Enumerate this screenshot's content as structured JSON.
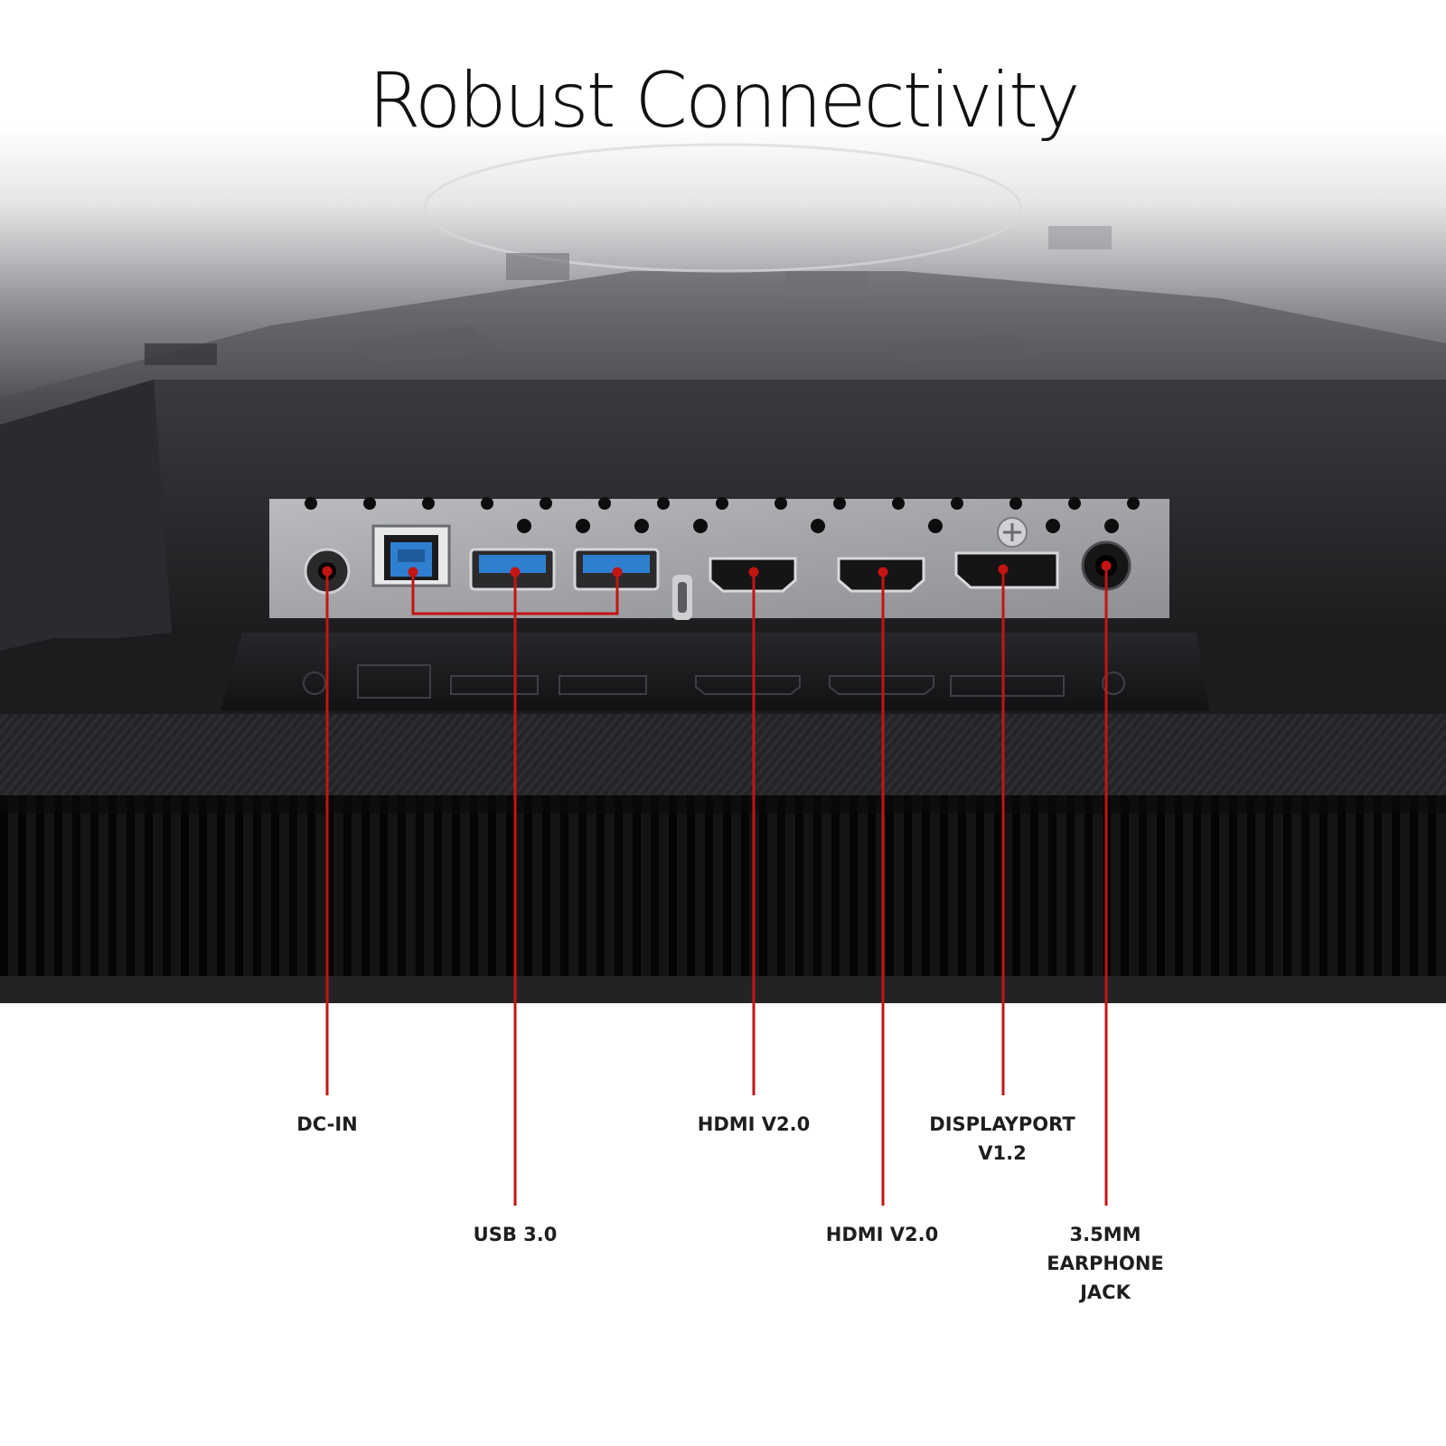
{
  "title": "Robust Connectivity",
  "colors": {
    "callout_line": "#c41414",
    "background": "#ffffff",
    "chassis": "#1c1c1e",
    "panel": "#a9abae",
    "usb_blue": "#2f7fd0"
  },
  "callouts": [
    {
      "id": "dc-in",
      "lines": [
        "DC-IN"
      ]
    },
    {
      "id": "usb",
      "lines": [
        "USB 3.0"
      ]
    },
    {
      "id": "hdmi-a",
      "lines": [
        "HDMI V2.0"
      ]
    },
    {
      "id": "hdmi-b",
      "lines": [
        "HDMI V2.0"
      ]
    },
    {
      "id": "displayport",
      "lines": [
        "DISPLAYPORT",
        "V1.2"
      ]
    },
    {
      "id": "earphone",
      "lines": [
        "3.5MM",
        "EARPHONE",
        "JACK"
      ]
    }
  ]
}
